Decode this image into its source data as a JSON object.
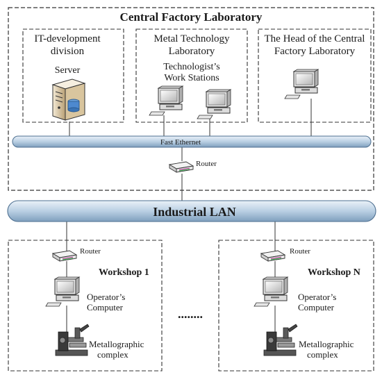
{
  "central": {
    "title": "Central Factory Laboratory",
    "it_division": [
      "IT-development",
      "division"
    ],
    "server_label": "Server",
    "metal_lab": [
      "Metal Technology",
      "Laboratory"
    ],
    "workstations": [
      "Technologist’s",
      "Work Stations"
    ],
    "head": [
      "The Head of the Central",
      "Factory Laboratory"
    ],
    "fast_ethernet": "Fast Ethernet",
    "router_label": "Router"
  },
  "industrial_lan": "Industrial LAN",
  "workshop1": {
    "router_label": "Router",
    "title": "Workshop 1",
    "operator": [
      "Operator’s",
      "Computer"
    ],
    "metallographic": [
      "Metallographic",
      "complex"
    ]
  },
  "workshopN": {
    "router_label": "Router",
    "title": "Workshop N",
    "operator": [
      "Operator’s",
      "Computer"
    ],
    "metallographic": [
      "Metallographic",
      "complex"
    ]
  },
  "ellipsis": "........"
}
